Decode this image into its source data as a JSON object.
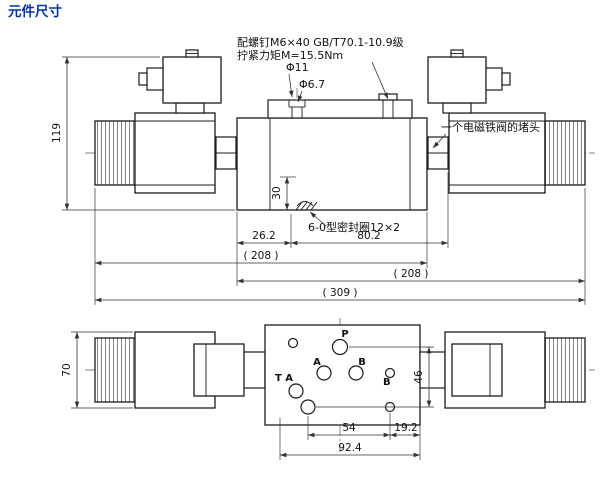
{
  "title": "元件尺寸",
  "colors": {
    "title": "#0033a0",
    "line": "#1b1b1b",
    "dim_text": "#111111"
  },
  "side_view": {
    "notes": {
      "bolt_line1": "配螺钉M6×40 GB/T70.1-10.9级",
      "bolt_line2": "拧紧力矩M=15.5Nm",
      "dia_11": "Φ11",
      "dia_6_7": "Φ6.7",
      "plug": "一个电磁铁阀的堵头",
      "seal": "6-0型密封圈12×2"
    },
    "dims": {
      "overall_height": "119",
      "d30": "30",
      "d26_2": "26.2",
      "d80_2": "80.2",
      "d208_left": "( 208 )",
      "d208_right": "( 208 )",
      "d309": "( 309 )"
    }
  },
  "plan_view": {
    "ports": {
      "p": "P",
      "a": "A",
      "b": "B",
      "ta": "T A",
      "b2": "B"
    },
    "dims": {
      "d70": "70",
      "d46": "46",
      "d54": "54",
      "d19_2": "19.2",
      "d92_4": "92.4"
    }
  }
}
